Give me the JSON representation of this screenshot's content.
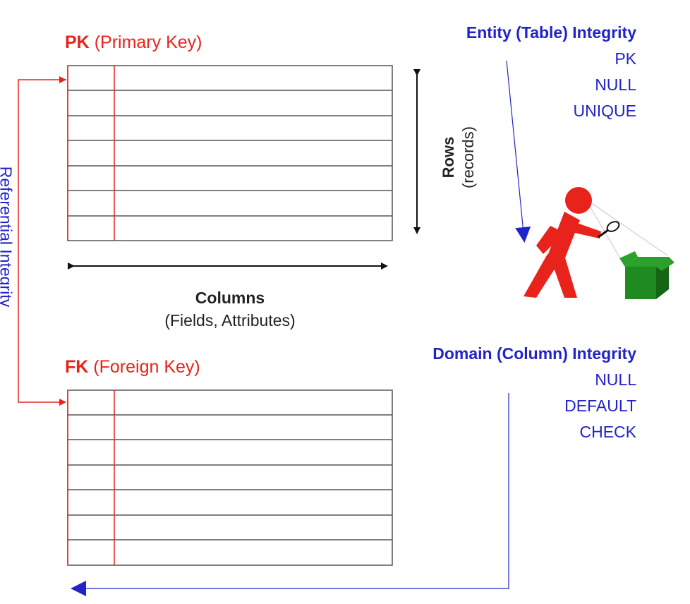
{
  "pk_label": {
    "abbr": "PK",
    "full": "(Primary Key)"
  },
  "fk_label": {
    "abbr": "FK",
    "full": "(Foreign Key)"
  },
  "rows_label": {
    "title": "Rows",
    "sub": "(records)"
  },
  "columns_label": {
    "title": "Columns",
    "sub": "(Fields, Attributes)"
  },
  "referential_label": "Referential Integrity",
  "entity_integrity": {
    "title": "Entity (Table) Integrity",
    "items": [
      "PK",
      "NULL",
      "UNIQUE"
    ]
  },
  "domain_integrity": {
    "title": "Domain (Column) Integrity",
    "items": [
      "NULL",
      "DEFAULT",
      "CHECK"
    ]
  },
  "colors": {
    "red": "#e8231b",
    "blue": "#2223c9",
    "line": "#333333",
    "green_box": "#1f8a1f"
  },
  "icons": [
    "inspector-figure-icon",
    "magnifier-icon",
    "green-box-icon"
  ]
}
